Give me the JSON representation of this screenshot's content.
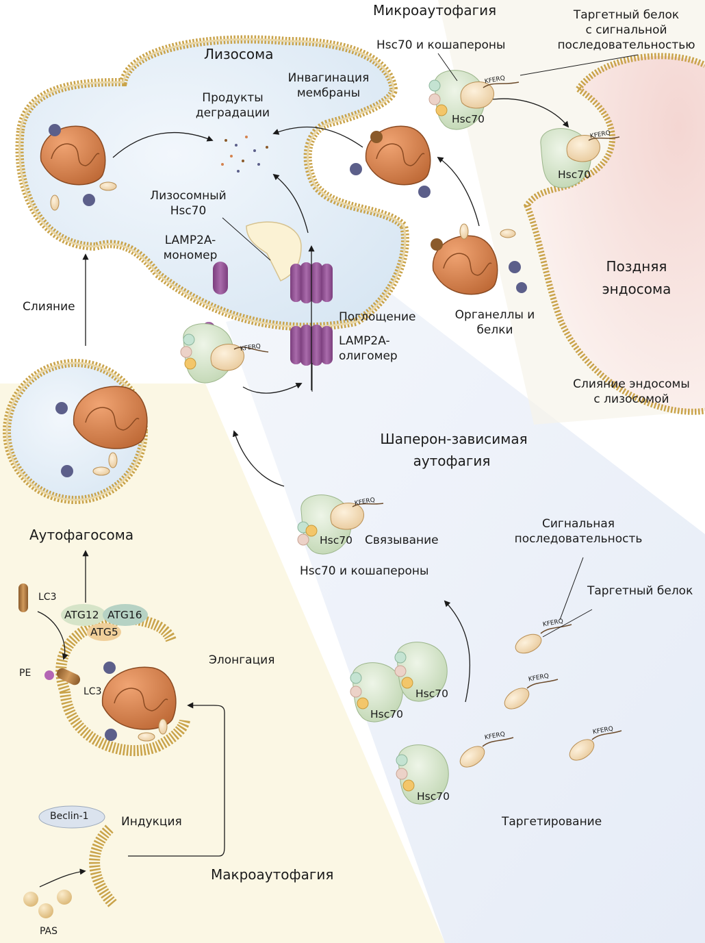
{
  "regions": {
    "lysosome": "Лизосома",
    "late_endosome_1": "Поздняя",
    "late_endosome_2": "эндосома",
    "autophagosome": "Аутофагосома",
    "micro": "Микроаутофагия",
    "macro": "Макроаутофагия",
    "cma_1": "Шаперон-зависимая",
    "cma_2": "аутофагия"
  },
  "labels": {
    "degradation_1": "Продукты",
    "degradation_2": "деградации",
    "invagination_1": "Инвагинация",
    "invagination_2": "мембраны",
    "lys_hsc_1": "Лизосомный",
    "lys_hsc_2": "Hsc70",
    "lamp_mono_1": "LAMP2A-",
    "lamp_mono_2": "мономер",
    "uptake": "Поглощение",
    "lamp_olig_1": "LAMP2A-",
    "lamp_olig_2": "олигомер",
    "micro_hsc": "Hsc70 и кошапероны",
    "target_top_1": "Таргетный белок",
    "target_top_2": "с сигнальной",
    "target_top_3": "последовательностью",
    "organelles_1": "Органеллы и",
    "organelles_2": "белки",
    "fusion_endo_1": "Слияние эндосомы",
    "fusion_endo_2": "с лизосомой",
    "fusion": "Слияние",
    "binding": "Связывание",
    "cma_hsc": "Hsc70 и кошапероны",
    "signal_1": "Сигнальная",
    "signal_2": "последовательность",
    "target_protein": "Таргетный белок",
    "targeting": "Таргетирование",
    "elongation": "Элонгация",
    "induction": "Индукция",
    "lc3_top": "LC3",
    "lc3_bottom": "LC3",
    "pe": "PE",
    "pas": "PAS",
    "atg12": "ATG12",
    "atg16": "ATG16",
    "atg5": "ATG5",
    "beclin": "Beclin-1",
    "hsc": "Hsc70",
    "kferq": "KFERQ"
  },
  "colors": {
    "lysosome_fill": "#e4eef7",
    "membrane_head": "#d9b45a",
    "mito_fill": "#d4824e",
    "hsc_green": "#d3e3c8",
    "lamp_purple": "#9b5a9b",
    "endosome_bg": "#f7e3e0",
    "macro_bg": "#fbf7e6",
    "cma_bg": "#e9eef7"
  }
}
